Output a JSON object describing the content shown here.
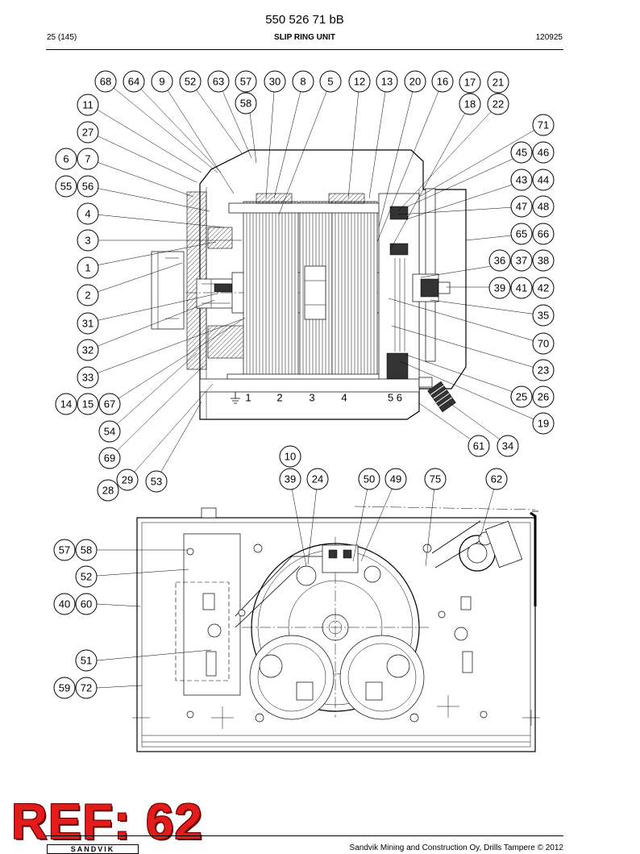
{
  "header": {
    "doc_number": "550 526 71 bB",
    "page": "25 (145)",
    "title": "SLIP RING UNIT",
    "date": "120925"
  },
  "footer": {
    "copyright": "Sandvik Mining and Construction Oy, Drills Tampere © 2012",
    "logo": "SANDVIK",
    "ref_stamp": "REF: 62"
  },
  "slip_ring_labels": [
    "1",
    "2",
    "3",
    "4",
    "5 6"
  ],
  "callouts_top": [
    "68",
    "64",
    "9",
    "52",
    "63",
    "57",
    "30",
    "8",
    "5",
    "12",
    "13",
    "20",
    "16",
    "17",
    "21",
    "58",
    "18",
    "22",
    "11",
    "27",
    "71",
    "6",
    "7",
    "45",
    "46",
    "55",
    "56",
    "43",
    "44",
    "4",
    "47",
    "48",
    "3",
    "65",
    "66",
    "1",
    "36",
    "37",
    "38",
    "2",
    "39",
    "41",
    "42",
    "31",
    "35",
    "32",
    "70",
    "33",
    "23",
    "14",
    "15",
    "67",
    "25",
    "26",
    "54",
    "19",
    "61",
    "34",
    "69",
    "29",
    "28",
    "53"
  ],
  "callouts_bottom": [
    "10",
    "39",
    "24",
    "50",
    "49",
    "75",
    "62",
    "57",
    "58",
    "52",
    "40",
    "60",
    "51",
    "59",
    "72"
  ]
}
